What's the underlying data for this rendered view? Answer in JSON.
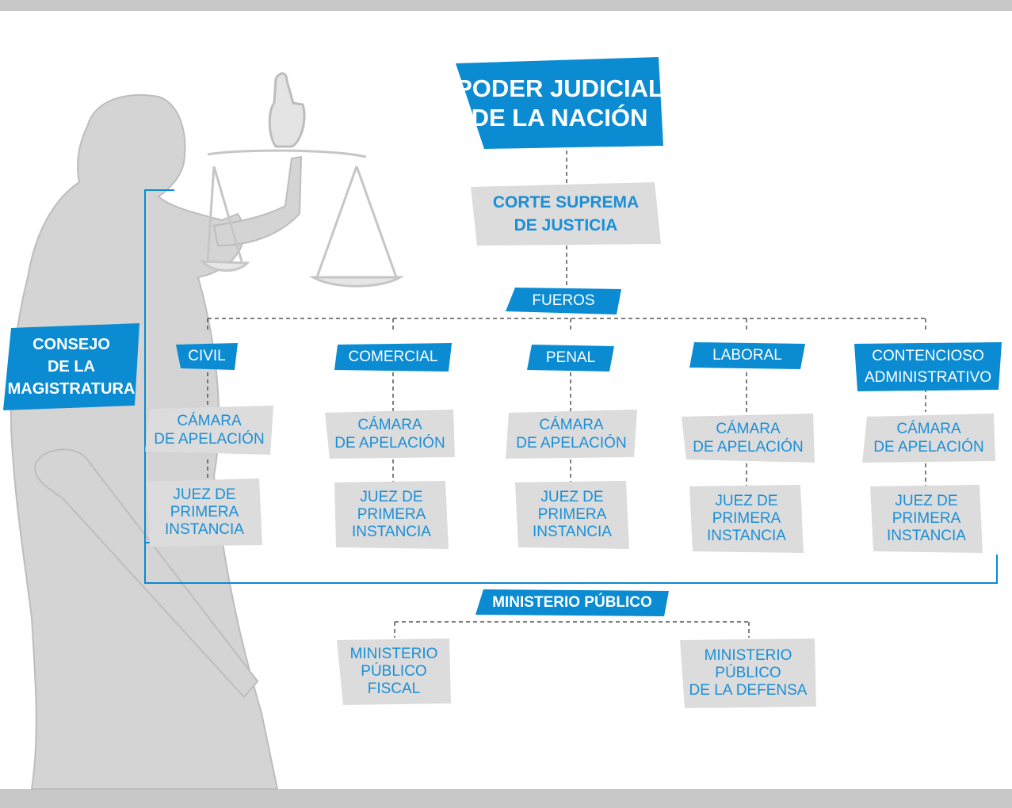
{
  "colors": {
    "blue": "#0a8bd2",
    "gray": "#dcdcdc",
    "gray_text": "#1a8fd6",
    "bars": "#c8c8c8",
    "figure": "#d2d2d2"
  },
  "illustration": {
    "icon": "lady-justice-icon"
  },
  "title": "PODER JUDICIAL\nDE LA NACIÓN",
  "corte": "CORTE SUPREMA\nDE JUSTICIA",
  "fueros": "FUEROS",
  "consejo": "CONSEJO\nDE LA\nMAGISTRATURA",
  "camara": [
    "CÁMARA\nDE APELACIÓN",
    "CÁMARA\nDE APELACIÓN",
    "CÁMARA\nDE APELACIÓN",
    "CÁMARA\nDE APELACIÓN",
    "CÁMARA\nDE APELACIÓN"
  ],
  "fueros_list": [
    "CIVIL",
    "COMERCIAL",
    "PENAL",
    "LABORAL",
    "CONTENCIOSO\nADMINISTRATIVO"
  ],
  "juez": [
    "JUEZ DE\nPRIMERA\nINSTANCIA",
    "JUEZ DE\nPRIMERA\nINSTANCIA",
    "JUEZ DE\nPRIMERA\nINSTANCIA",
    "JUEZ DE\nPRIMERA\nINSTANCIA",
    "JUEZ DE\nPRIMERA\nINSTANCIA"
  ],
  "ministerio": "MINISTERIO PÚBLICO",
  "ministerio_fiscal": "MINISTERIO\nPÚBLICO\nFISCAL",
  "ministerio_defensa": "MINISTERIO\nPÚBLICO\nDE LA DEFENSA"
}
